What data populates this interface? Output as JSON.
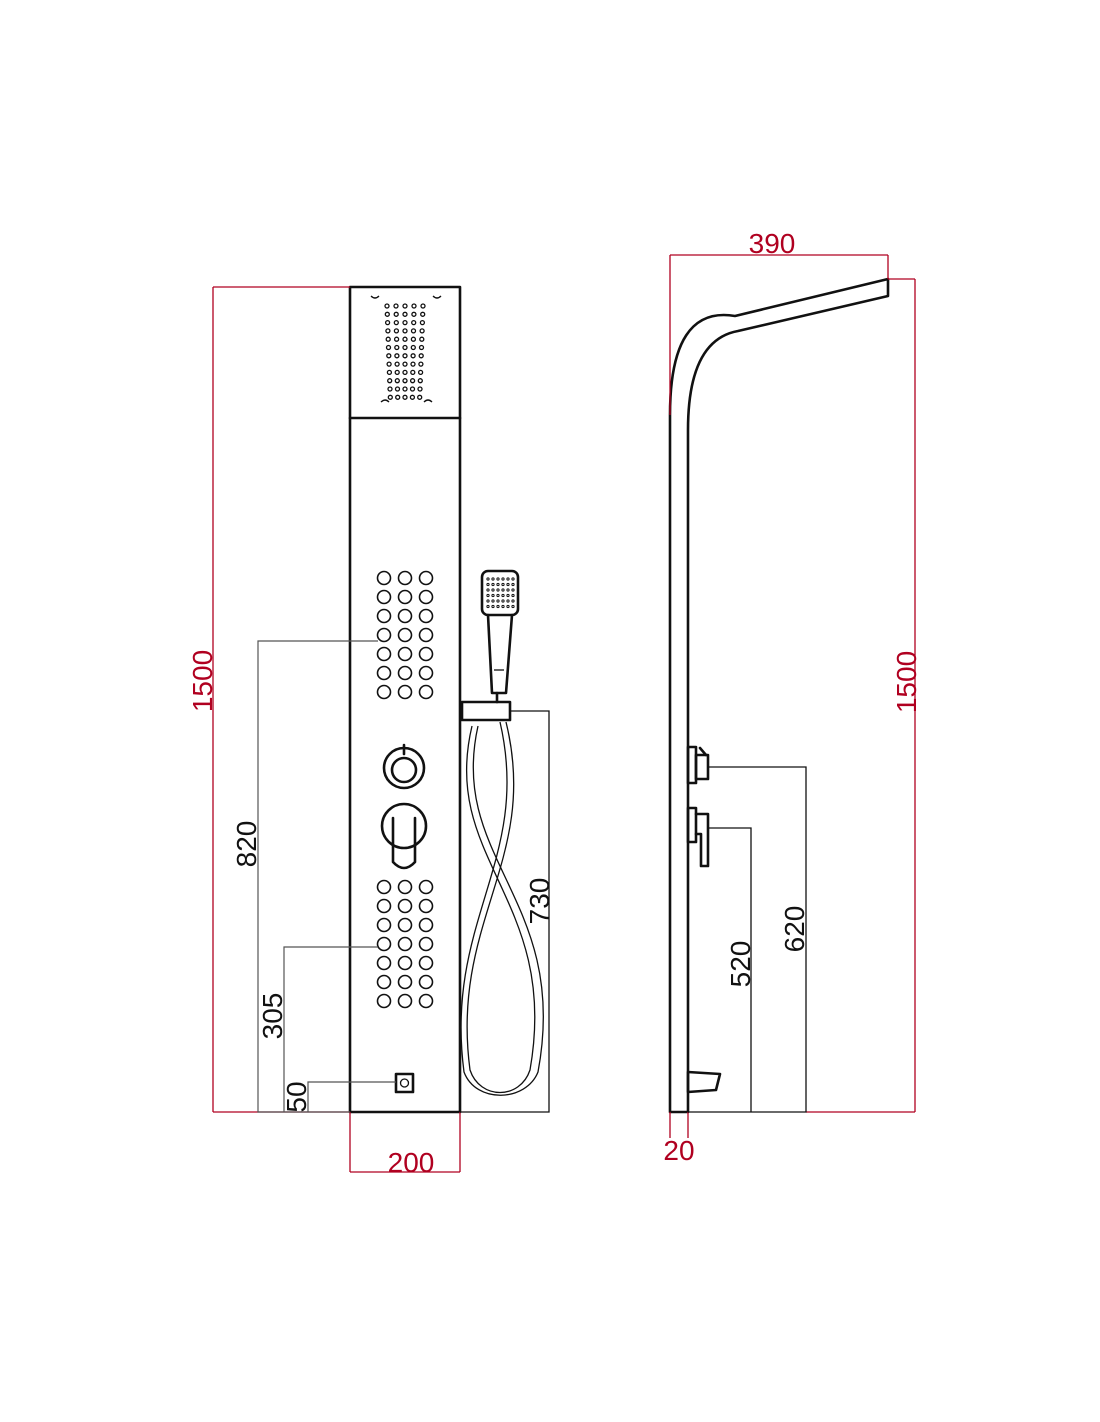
{
  "drawing": {
    "colors": {
      "outline": "#111111",
      "dimension_red": "#b00020",
      "background": "#ffffff"
    },
    "front_view": {
      "height_label": "1500",
      "width_label": "200",
      "jets_upper_label": "820",
      "jets_lower_label": "305",
      "bottom_outlet_label": "50",
      "handshower_holder_label": "730"
    },
    "side_view": {
      "arm_reach_label": "390",
      "height_label": "1500",
      "panel_depth_label": "20",
      "upper_valve_label": "620",
      "lower_valve_label": "520"
    }
  }
}
